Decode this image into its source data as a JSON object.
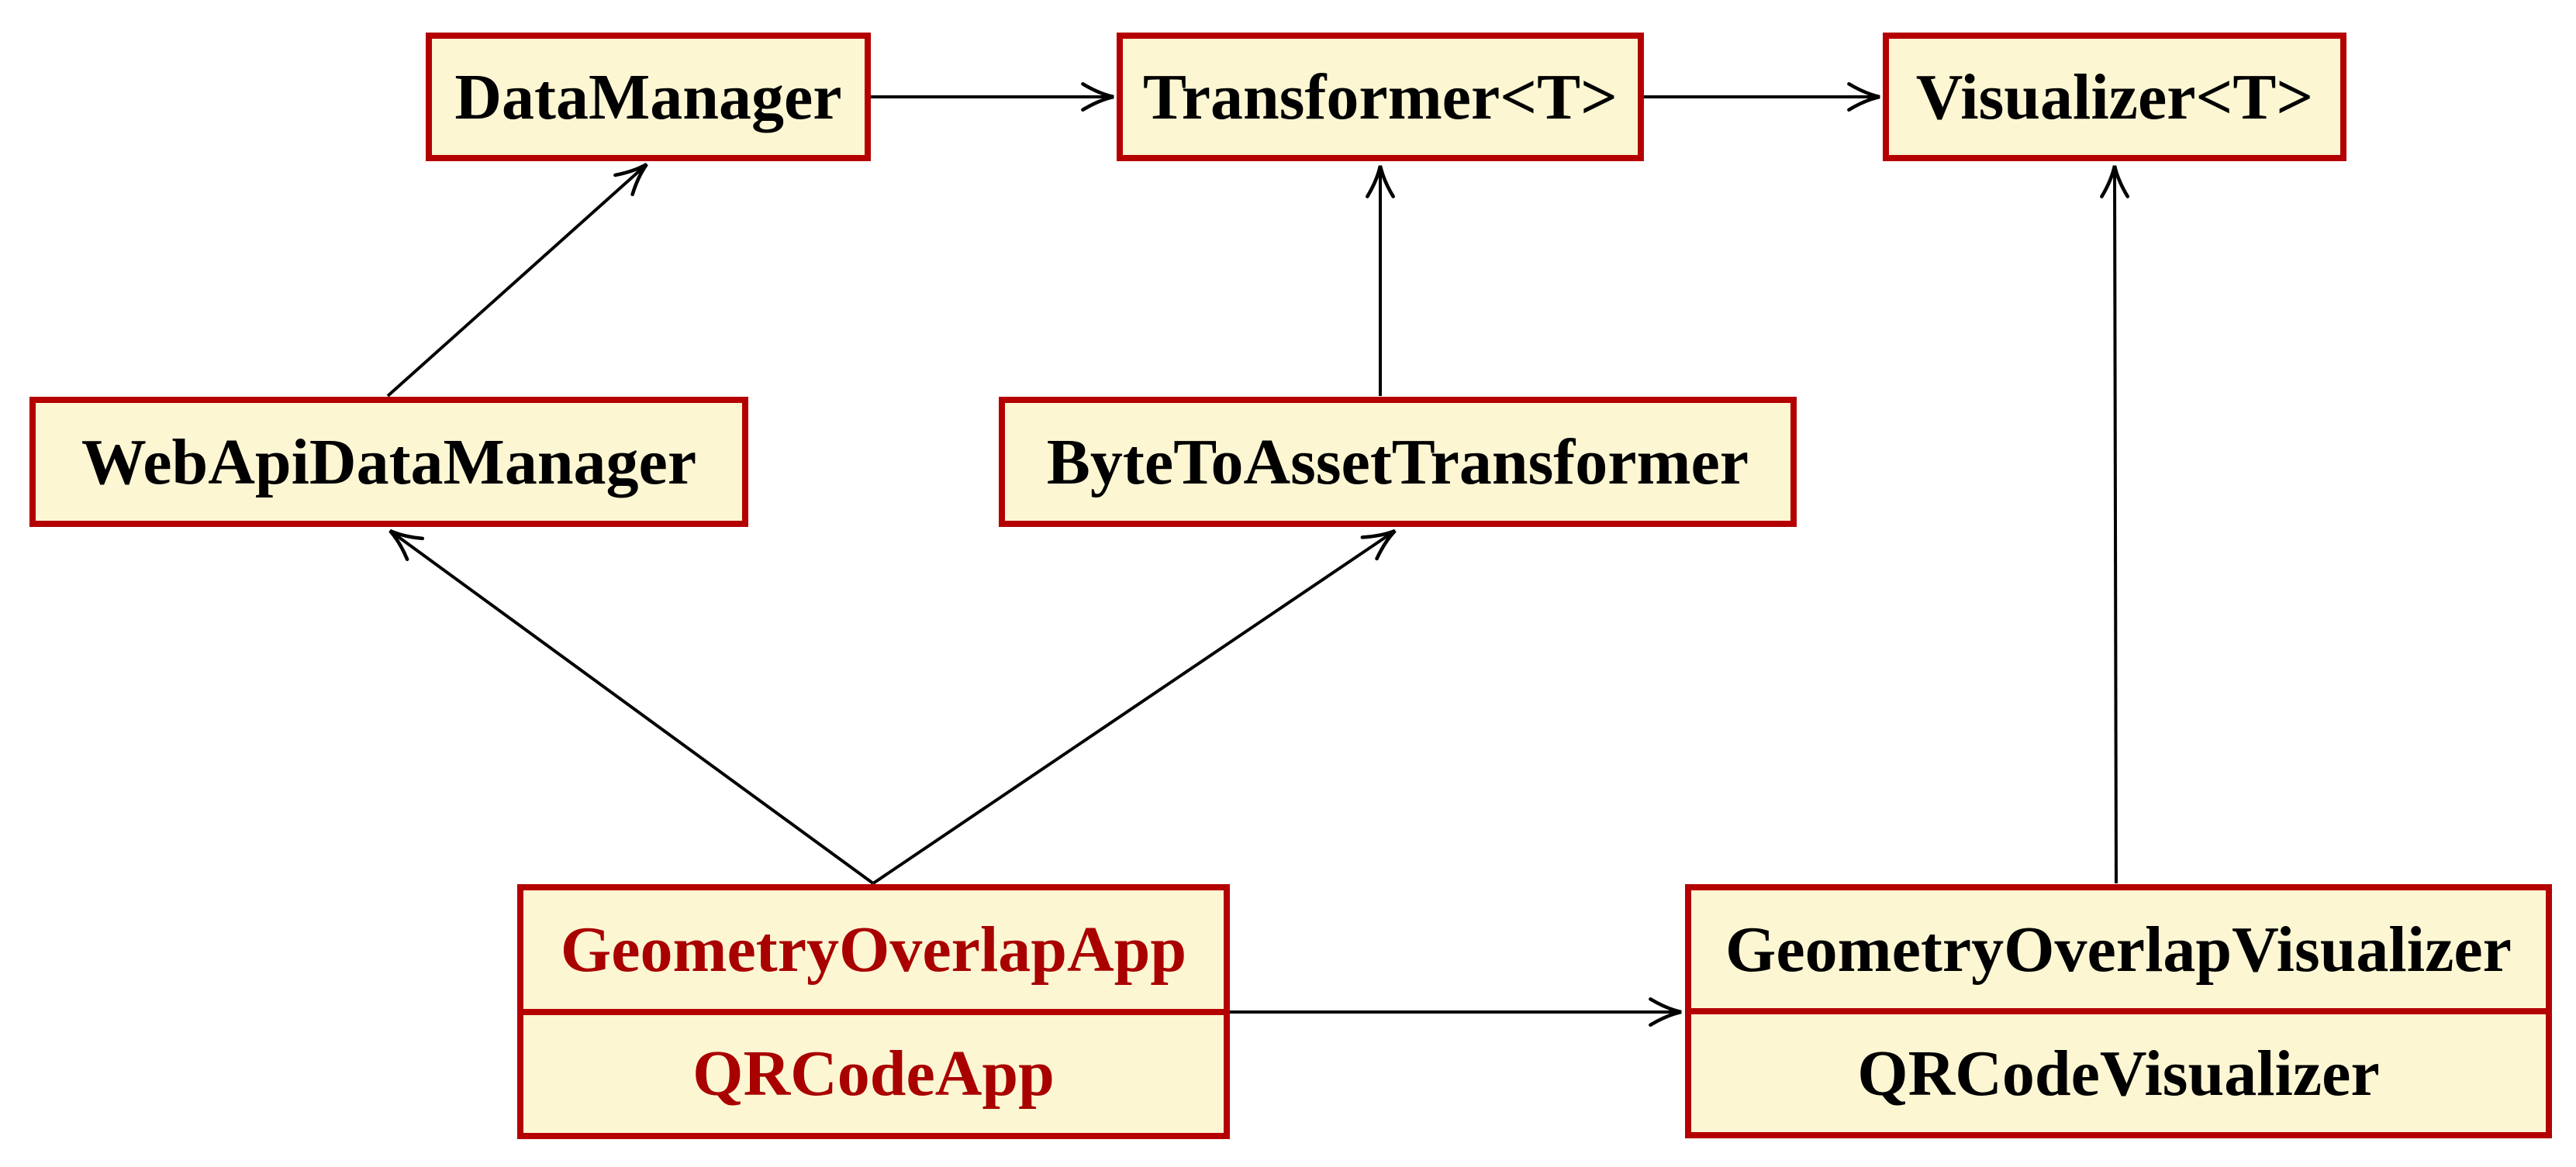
{
  "diagram": {
    "kind": "class-dependency-diagram",
    "colors": {
      "background": "#ffffff",
      "node_fill": "#fcf6d3",
      "node_border": "#b40000",
      "edge_color": "#000000",
      "text_black": "#000000",
      "text_red": "#a90000"
    },
    "nodes": {
      "dataManager": {
        "label": "DataManager"
      },
      "transformer": {
        "label": "Transformer<T>"
      },
      "visualizer": {
        "label": "Visualizer<T>"
      },
      "webApiDataManager": {
        "label": "WebApiDataManager"
      },
      "byteToAssetTransformer": {
        "label": "ByteToAssetTransformer"
      },
      "appNode": {
        "rows": [
          "GeometryOverlapApp",
          "QRCodeApp"
        ]
      },
      "visualizerNode": {
        "rows": [
          "GeometryOverlapVisualizer",
          "QRCodeVisualizer"
        ]
      }
    },
    "edges": [
      {
        "from": "DataManager",
        "to": "Transformer<T>"
      },
      {
        "from": "Transformer<T>",
        "to": "Visualizer<T>"
      },
      {
        "from": "WebApiDataManager",
        "to": "DataManager"
      },
      {
        "from": "ByteToAssetTransformer",
        "to": "Transformer<T>"
      },
      {
        "from": "GeometryOverlapApp / QRCodeApp",
        "to": "WebApiDataManager"
      },
      {
        "from": "GeometryOverlapApp / QRCodeApp",
        "to": "ByteToAssetTransformer"
      },
      {
        "from": "GeometryOverlapApp / QRCodeApp",
        "to": "GeometryOverlapVisualizer / QRCodeVisualizer"
      },
      {
        "from": "GeometryOverlapVisualizer / QRCodeVisualizer",
        "to": "Visualizer<T>"
      }
    ]
  }
}
